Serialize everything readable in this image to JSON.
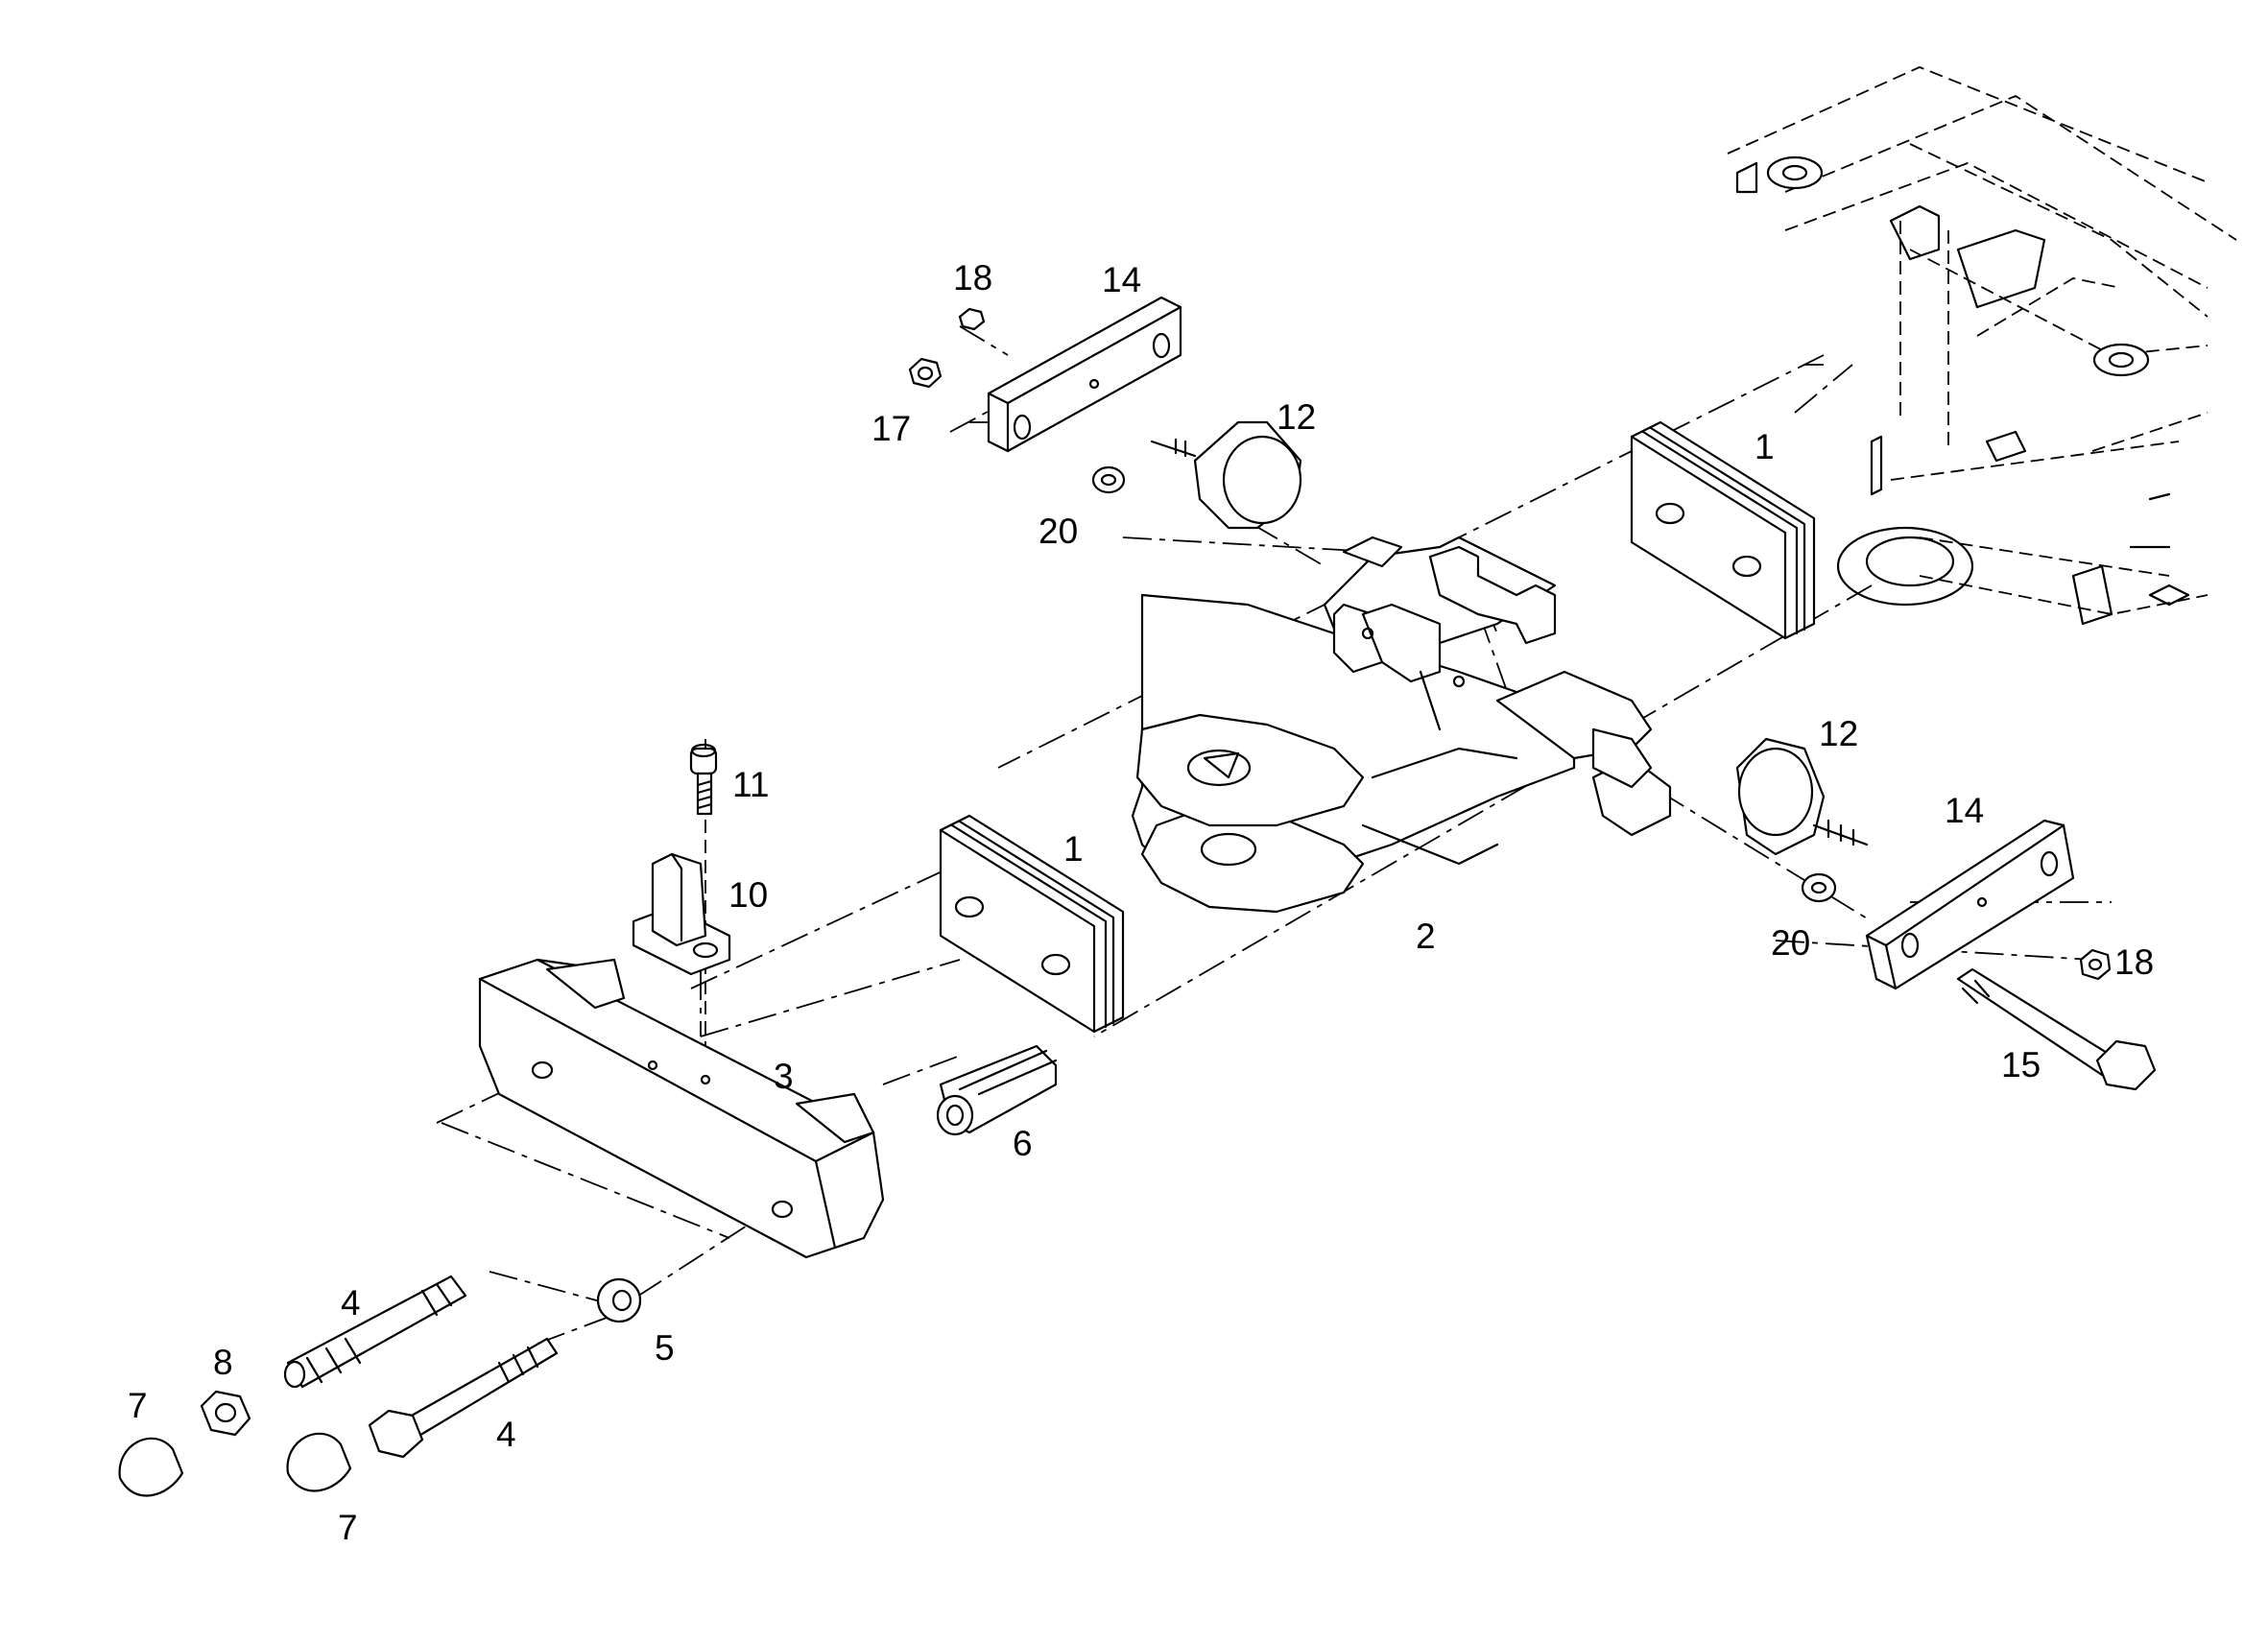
{
  "callouts": [
    {
      "id": "c1a",
      "label": "1"
    },
    {
      "id": "c1b",
      "label": "1"
    },
    {
      "id": "c2",
      "label": "2"
    },
    {
      "id": "c3",
      "label": "3"
    },
    {
      "id": "c4a",
      "label": "4"
    },
    {
      "id": "c4b",
      "label": "4"
    },
    {
      "id": "c5",
      "label": "5"
    },
    {
      "id": "c6",
      "label": "6"
    },
    {
      "id": "c7a",
      "label": "7"
    },
    {
      "id": "c7b",
      "label": "7"
    },
    {
      "id": "c8",
      "label": "8"
    },
    {
      "id": "c10",
      "label": "10"
    },
    {
      "id": "c11",
      "label": "11"
    },
    {
      "id": "c12a",
      "label": "12"
    },
    {
      "id": "c12b",
      "label": "12"
    },
    {
      "id": "c14a",
      "label": "14"
    },
    {
      "id": "c14b",
      "label": "14"
    },
    {
      "id": "c15",
      "label": "15"
    },
    {
      "id": "c17",
      "label": "17"
    },
    {
      "id": "c18a",
      "label": "18"
    },
    {
      "id": "c18b",
      "label": "18"
    },
    {
      "id": "c20a",
      "label": "20"
    },
    {
      "id": "c20b",
      "label": "20"
    }
  ]
}
